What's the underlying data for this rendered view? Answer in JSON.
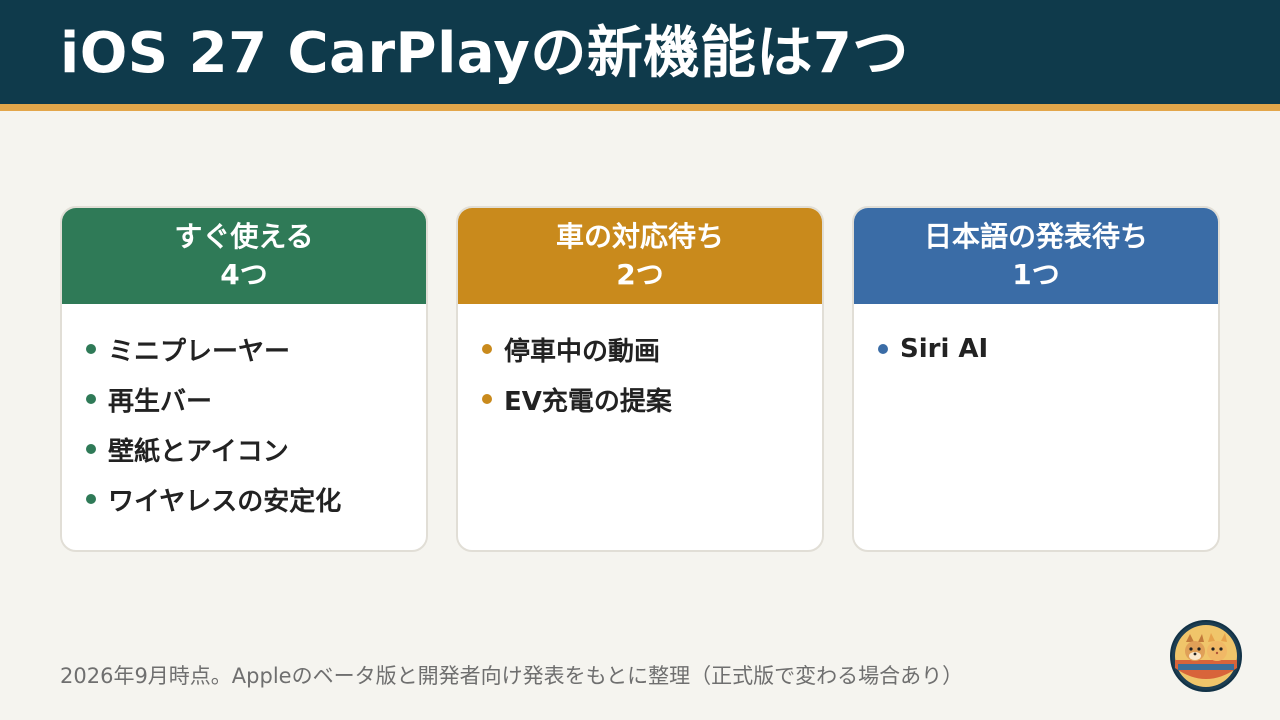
{
  "header": {
    "title": "iOS 27 CarPlayの新機能は7つ"
  },
  "cards": [
    {
      "title": "すぐ使える",
      "count": "4つ",
      "color": "#2f7a57",
      "items": [
        "ミニプレーヤー",
        "再生バー",
        "壁紙とアイコン",
        "ワイヤレスの安定化"
      ]
    },
    {
      "title": "車の対応待ち",
      "count": "2つ",
      "color": "#c98a1c",
      "items": [
        "停車中の動画",
        "EV充電の提案"
      ]
    },
    {
      "title": "日本語の発表待ち",
      "count": "1つ",
      "color": "#3a6ca6",
      "items": [
        "Siri AI"
      ]
    }
  ],
  "footer": {
    "note": "2026年9月時点。Appleのベータ版と開発者向け発表をもとに整理（正式版で変わる場合あり）"
  },
  "badge": {
    "icon": "cat-dog-mascot-icon"
  }
}
